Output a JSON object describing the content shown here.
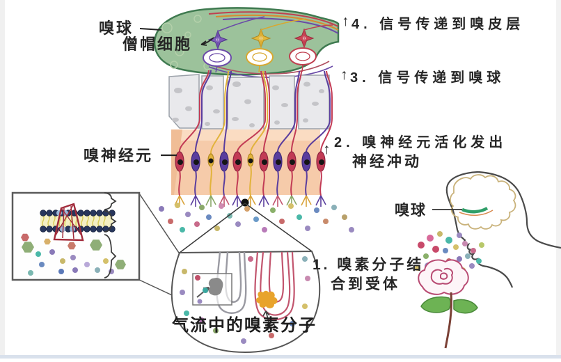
{
  "labels": {
    "olfactory_bulb": "嗅球",
    "mitral_cell": "僧帽细胞",
    "olfactory_neuron": "嗅神经元",
    "olfactory_bulb_head": "嗅球",
    "airflow_caption": "气流中的嗅素分子"
  },
  "steps": {
    "s1": {
      "line1": "1. 嗅素分子结",
      "line2": "合到受体"
    },
    "s2": {
      "arrow": "↑",
      "line1": "2. 嗅神经元活化发出",
      "line2": "神经冲动"
    },
    "s3": {
      "arrow": "↑",
      "text": "3. 信号传递到嗅球"
    },
    "s4": {
      "arrow": "↑",
      "text": "4. 信号传递到嗅皮层"
    }
  },
  "palette": {
    "bulb_green": "#9cc29b",
    "bulb_outline": "#3f7a50",
    "epithelium_pink": "#f6cbaa",
    "bone_gray": "#e9e9ec",
    "neuron_red": "#c23b55",
    "neuron_purple": "#5a3d9e",
    "neuron_yellow": "#e2b33c",
    "receptor_red": "#a12a3a",
    "membrane_navy": "#27365c",
    "odorant_orange": "#e8a32c",
    "rose_pink": "#b84a72",
    "leaf_green": "#6db354",
    "head_outline": "#4a4a4a",
    "text_color": "#262626"
  }
}
